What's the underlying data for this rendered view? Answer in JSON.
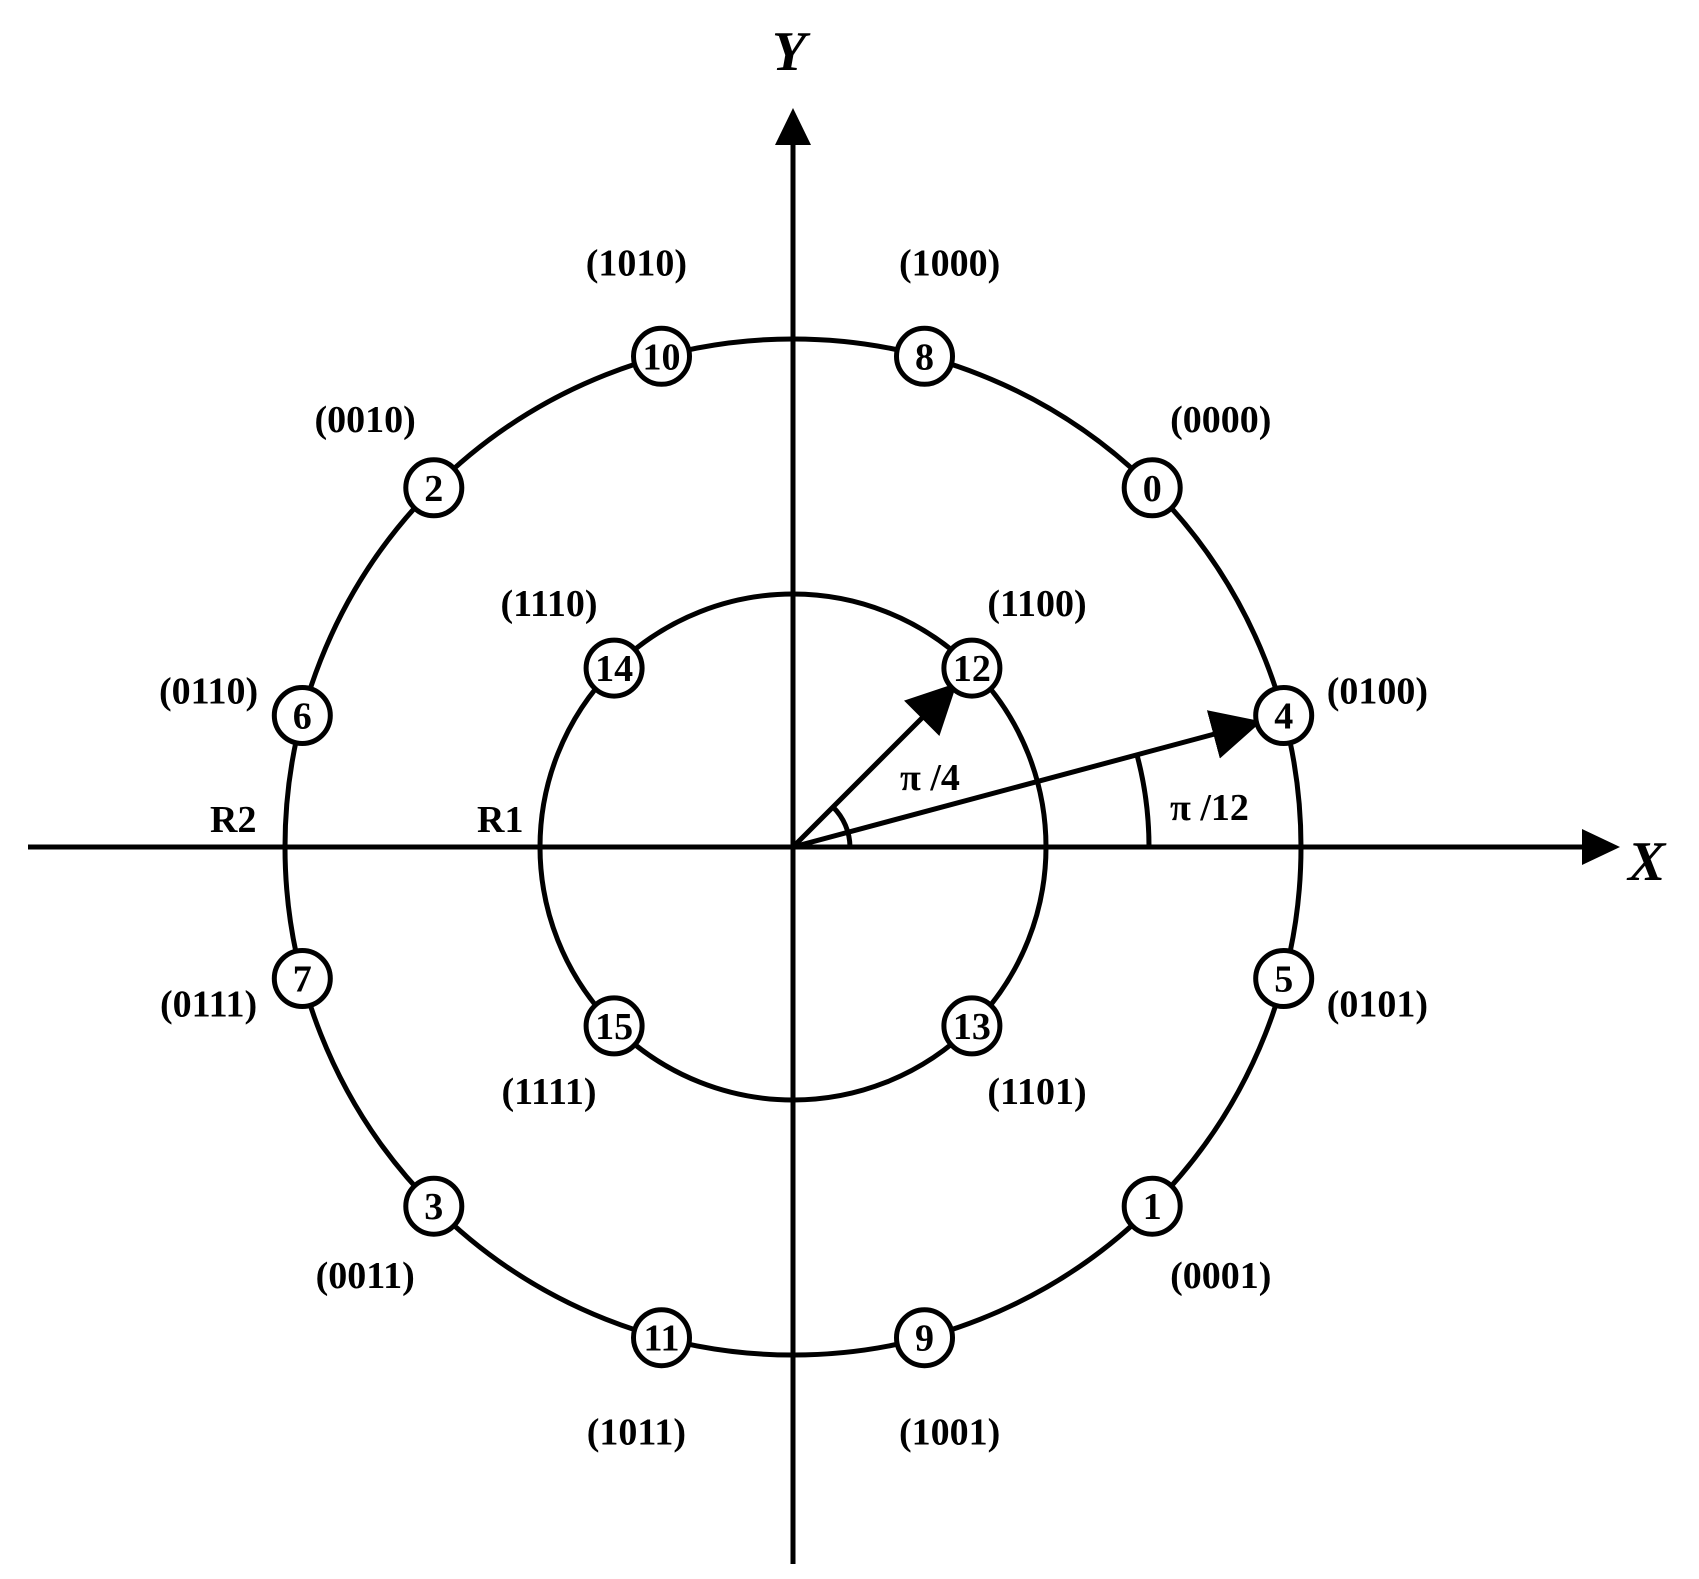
{
  "axes": {
    "x_label": "X",
    "y_label": "Y"
  },
  "radii": {
    "inner_label": "R1",
    "outer_label": "R2"
  },
  "angles": {
    "inner_label": "π /4",
    "outer_label": "π /12"
  },
  "outer_points": [
    {
      "index": "0",
      "code": "(0000)",
      "angle_deg": 45
    },
    {
      "index": "1",
      "code": "(0001)",
      "angle_deg": -45
    },
    {
      "index": "2",
      "code": "(0010)",
      "angle_deg": 135
    },
    {
      "index": "3",
      "code": "(0011)",
      "angle_deg": -135
    },
    {
      "index": "4",
      "code": "(0100)",
      "angle_deg": 15
    },
    {
      "index": "5",
      "code": "(0101)",
      "angle_deg": -15
    },
    {
      "index": "6",
      "code": "(0110)",
      "angle_deg": 165
    },
    {
      "index": "7",
      "code": "(0111)",
      "angle_deg": -165
    },
    {
      "index": "8",
      "code": "(1000)",
      "angle_deg": 75
    },
    {
      "index": "9",
      "code": "(1001)",
      "angle_deg": -75
    },
    {
      "index": "10",
      "code": "(1010)",
      "angle_deg": 105
    },
    {
      "index": "11",
      "code": "(1011)",
      "angle_deg": -105
    }
  ],
  "inner_points": [
    {
      "index": "12",
      "code": "(1100)",
      "angle_deg": 45
    },
    {
      "index": "13",
      "code": "(1101)",
      "angle_deg": -45
    },
    {
      "index": "14",
      "code": "(1110)",
      "angle_deg": 135
    },
    {
      "index": "15",
      "code": "(1111)",
      "angle_deg": -135
    }
  ]
}
